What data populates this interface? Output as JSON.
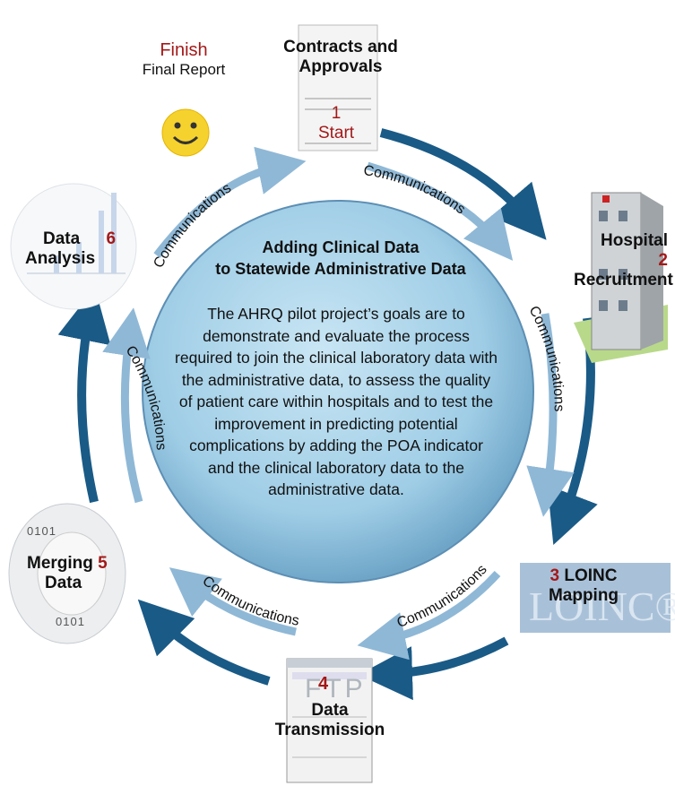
{
  "center": {
    "title_line1": "Adding Clinical Data",
    "title_line2": "to Statewide Administrative Data",
    "body_lines": [
      "The AHRQ pilot project’s goals are to",
      "demonstrate and evaluate the process",
      "required to join the clinical laboratory data with",
      "the administrative data, to assess the quality",
      "of patient care within hospitals and to test the",
      "improvement in predicting potential",
      "complications by adding the POA indicator",
      "and the clinical laboratory data to the",
      "administrative data."
    ]
  },
  "finish": {
    "title": "Finish",
    "subtitle": "Final Report"
  },
  "steps": {
    "contracts": {
      "line1": "Contracts and",
      "line2": "Approvals",
      "number": "1",
      "start": "Start"
    },
    "hospital": {
      "line1": "Hospital",
      "number": "2",
      "line2": "Recruitment"
    },
    "loinc": {
      "number": "3",
      "line1": "LOINC",
      "line2": "Mapping",
      "logo": "LOINC®"
    },
    "transmission": {
      "number": "4",
      "line1": "Data",
      "line2": "Transmission",
      "ftp": "FTP"
    },
    "merging": {
      "line1": "Merging",
      "number": "5",
      "line2": "Data",
      "bits_top": "0101",
      "bits_bottom": "0101"
    },
    "analysis": {
      "line1": "Data",
      "number": "6",
      "line2": "Analysis"
    }
  },
  "communications_label": "Communications",
  "colors": {
    "arrow_dark": "#1a5a86",
    "arrow_light": "#8fb8d6",
    "center_fill": "#9fcde6",
    "number_red": "#a31919"
  }
}
